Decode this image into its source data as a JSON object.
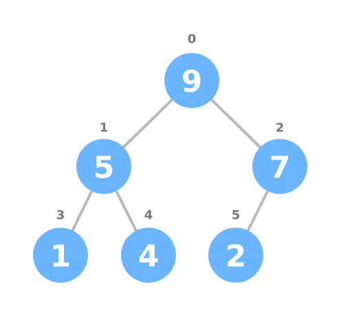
{
  "tree": {
    "colors": {
      "node_fill": "#6bb5ff",
      "node_text": "#ffffff",
      "edge": "#b9b9b9",
      "index_text": "#757575"
    },
    "nodes": [
      {
        "index": "0",
        "value": "9"
      },
      {
        "index": "1",
        "value": "5"
      },
      {
        "index": "2",
        "value": "7"
      },
      {
        "index": "3",
        "value": "1"
      },
      {
        "index": "4",
        "value": "4"
      },
      {
        "index": "5",
        "value": "2"
      }
    ],
    "edges": [
      {
        "from": 0,
        "to": 1
      },
      {
        "from": 0,
        "to": 2
      },
      {
        "from": 1,
        "to": 3
      },
      {
        "from": 1,
        "to": 4
      },
      {
        "from": 2,
        "to": 5
      }
    ]
  }
}
